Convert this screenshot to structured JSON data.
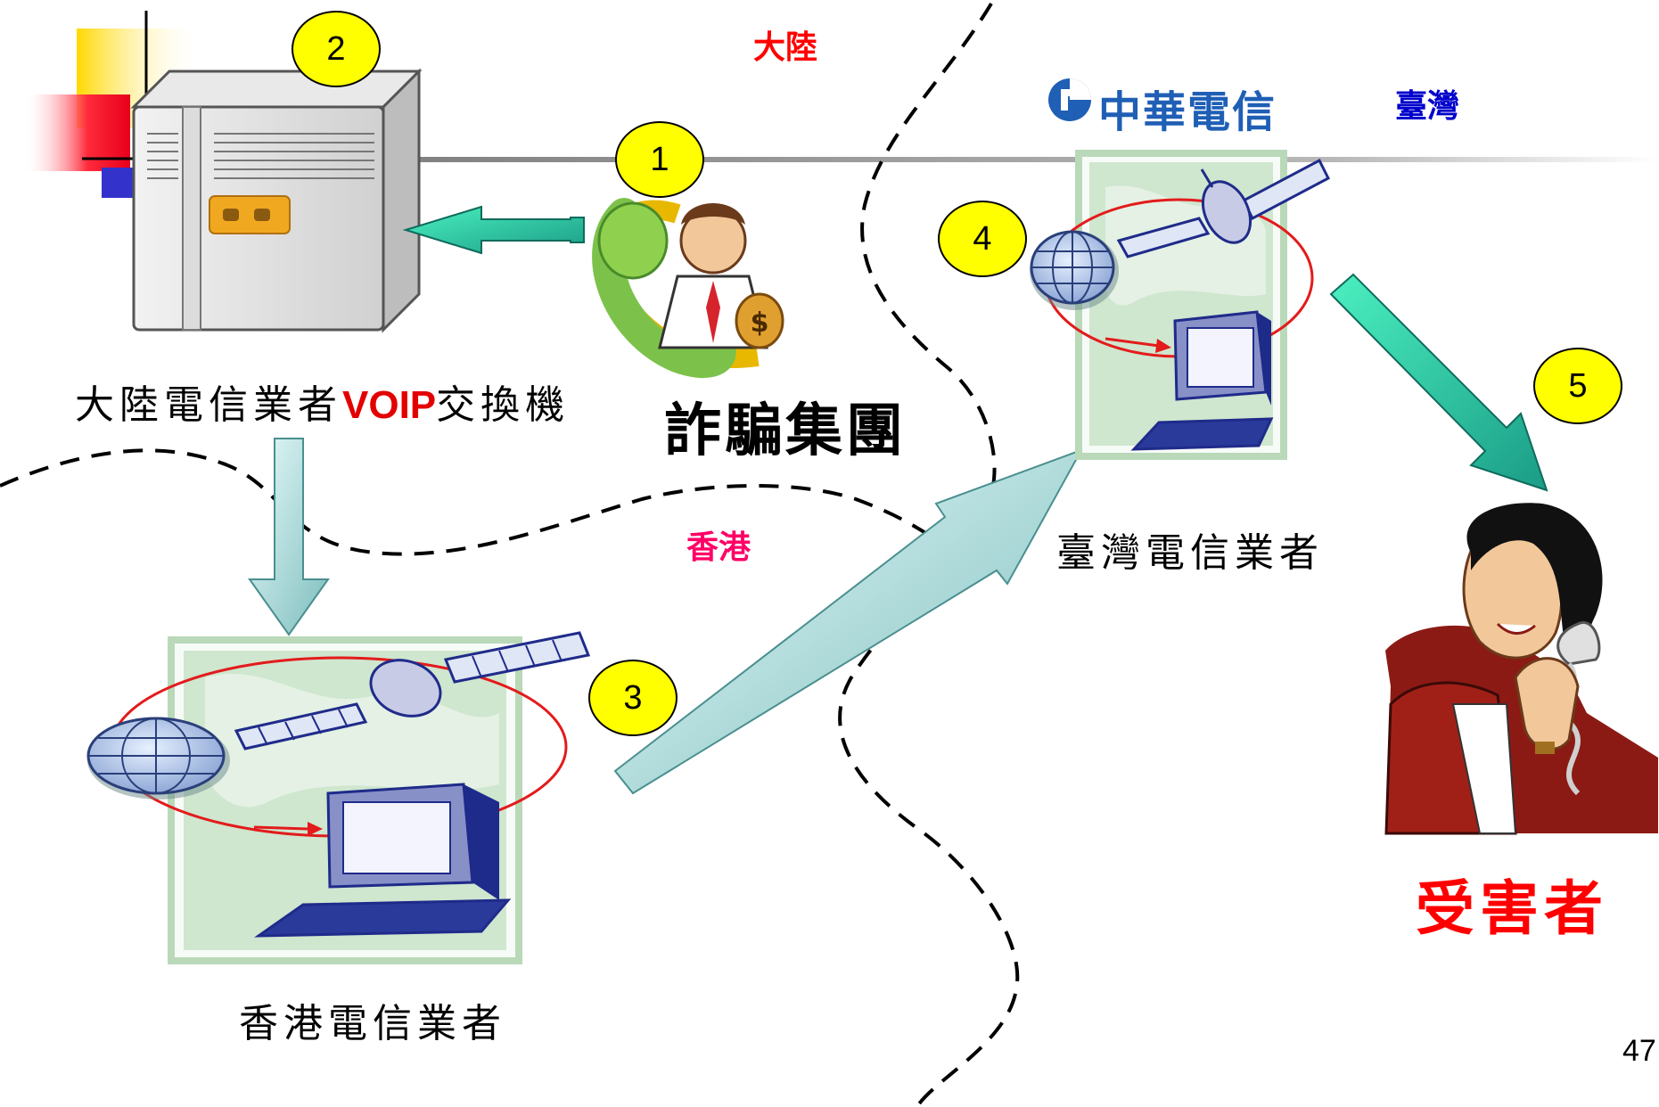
{
  "slide": {
    "page_number": "47"
  },
  "regions": {
    "mainland": {
      "label": "大陸",
      "color": "#ff0000"
    },
    "taiwan": {
      "label": "臺灣",
      "color": "#0000cc"
    },
    "hongkong": {
      "label": "香港",
      "color": "#ff0066"
    }
  },
  "logo": {
    "text": "中華電信"
  },
  "nodes": {
    "voip_switch": {
      "label_prefix": "大陸電信業者",
      "label_highlight": "VOIP",
      "label_suffix": "交換機"
    },
    "fraud_group": {
      "label": "詐騙集團"
    },
    "hk_carrier": {
      "label": "香港電信業者"
    },
    "tw_carrier": {
      "label": "臺灣電信業者"
    },
    "victim": {
      "label": "受害者",
      "color": "#ff0000"
    }
  },
  "steps": [
    "1",
    "2",
    "3",
    "4",
    "5"
  ],
  "icons": {
    "server": "server-icon",
    "scammer": "scammer-phone-icon",
    "network_hk": "satellite-network-icon",
    "network_tw": "satellite-network-icon",
    "victim": "woman-on-phone-icon",
    "logo": "cht-logo-icon"
  },
  "colors": {
    "arrow_teal": "#2fd6a6",
    "arrow_light": "#a9dede",
    "badge": "#ffff00"
  }
}
